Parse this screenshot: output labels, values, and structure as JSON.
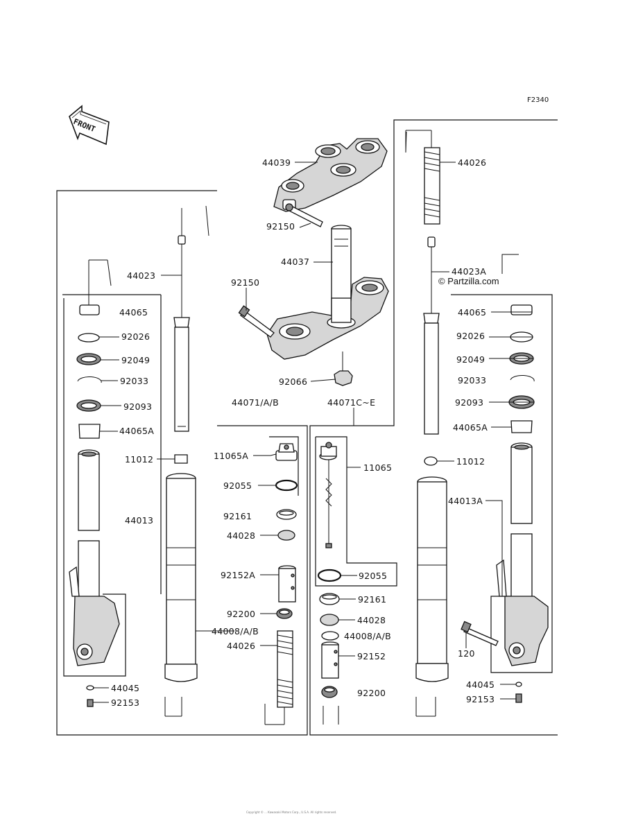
{
  "diagram": {
    "ref_code": "F2340",
    "front_arrow_label": "FRONT",
    "watermark": "© Partzilla.com",
    "footer_text": "Copyright © ... Kawasaki Motors Corp., U.S.A. All rights reserved.",
    "labels": {
      "l_44039": "44039",
      "l_92150_top": "92150",
      "l_44037": "44037",
      "l_92150_mid": "92150",
      "l_92066": "92066",
      "l_44071ab": "44071/A/B",
      "l_44071ce": "44071C~E",
      "l_44026_top": "44026",
      "l_44023a": "44023A",
      "l_44023": "44023",
      "l_44065_left": "44065",
      "l_92026_left": "92026",
      "l_92049_left": "92049",
      "l_92033_left": "92033",
      "l_92093_left": "92093",
      "l_44065a_left": "44065A",
      "l_11012_left": "11012",
      "l_44013": "44013",
      "l_44045_left": "44045",
      "l_92153_left": "92153",
      "l_44008_left": "44008/A/B",
      "l_11065a": "11065A",
      "l_92055_left": "92055",
      "l_92161_left": "92161",
      "l_44028_left": "44028",
      "l_92152a": "92152A",
      "l_92200_left": "92200",
      "l_44026_mid": "44026",
      "l_11065": "11065",
      "l_92055_right": "92055",
      "l_92161_right": "92161",
      "l_44028_right": "44028",
      "l_44008_right": "44008/A/B",
      "l_92152": "92152",
      "l_92200_right": "92200",
      "l_44065_right": "44065",
      "l_92026_right": "92026",
      "l_92049_right": "92049",
      "l_92033_right": "92033",
      "l_92093_right": "92093",
      "l_44065a_right": "44065A",
      "l_11012_right": "11012",
      "l_44013a": "44013A",
      "l_120": "120",
      "l_44045_right": "44045",
      "l_92153_right": "92153"
    }
  }
}
